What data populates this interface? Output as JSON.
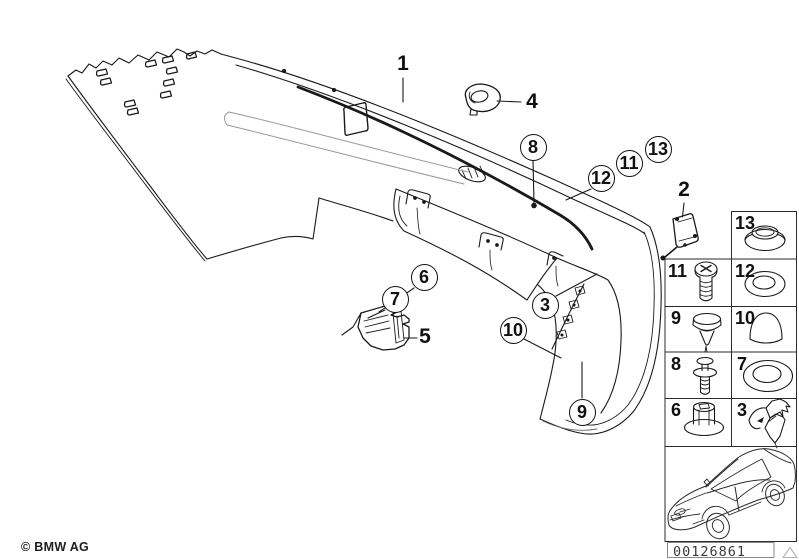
{
  "callouts": {
    "c1": "1",
    "c2": "2",
    "c3": "3",
    "c4": "4",
    "c5": "5",
    "c6": "6",
    "c7": "7",
    "c8": "8",
    "c9": "9",
    "c10": "10",
    "c11": "11",
    "c12": "12",
    "c13": "13"
  },
  "parts_grid": {
    "cells": [
      {
        "num": "13",
        "icon": "cover-cap-icon"
      },
      {
        "num": "11",
        "icon": "phillips-screw-icon"
      },
      {
        "num": "12",
        "icon": "washer-icon"
      },
      {
        "num": "9",
        "icon": "rivet-plug-icon"
      },
      {
        "num": "10",
        "icon": "blind-cap-icon"
      },
      {
        "num": "8",
        "icon": "expansion-rivet-icon"
      },
      {
        "num": "7",
        "icon": "gasket-washer-icon"
      },
      {
        "num": "6",
        "icon": "grommet-nut-icon"
      },
      {
        "num": "3",
        "icon": "clamp-bracket-icon"
      }
    ]
  },
  "footer": {
    "copyright": "© BMW AG",
    "image_number": "00126861"
  },
  "colors": {
    "line": "#1a1a1a",
    "muted_line": "#999999",
    "grid_line": "#2b2b2b",
    "triangle": "#b5b5b5",
    "id_text": "#3a3a3a"
  }
}
